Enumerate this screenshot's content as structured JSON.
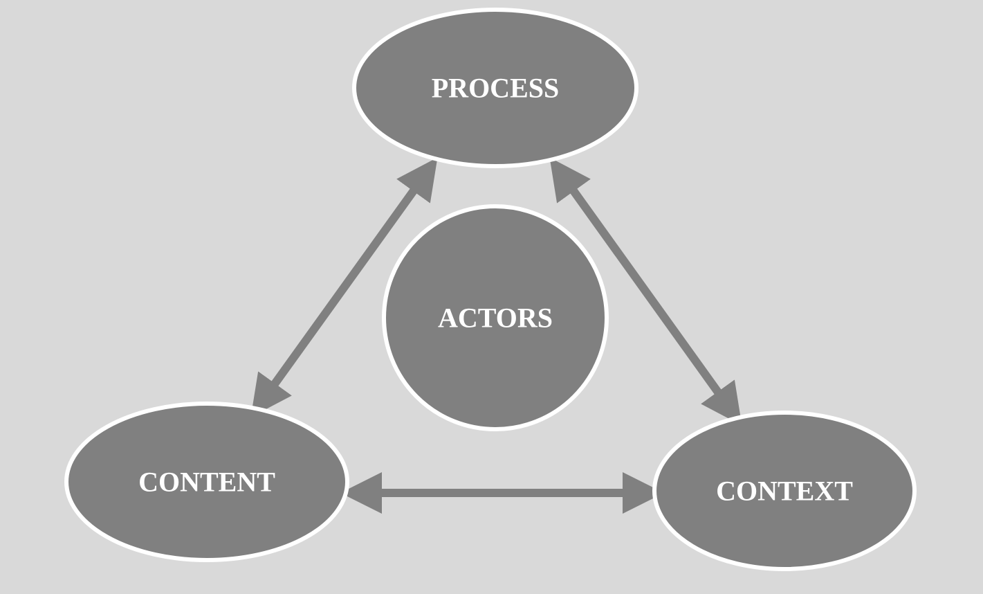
{
  "colors": {
    "background": "#d9d9d9",
    "node_fill": "#808080",
    "node_stroke": "#ffffff",
    "connector": "#808080",
    "label": "#ffffff"
  },
  "nodes": {
    "process": {
      "label": "PROCESS"
    },
    "actors": {
      "label": "ACTORS"
    },
    "content": {
      "label": "CONTENT"
    },
    "context": {
      "label": "CONTEXT"
    }
  },
  "connectors": [
    {
      "from": "process",
      "to": "content",
      "arrows": "both"
    },
    {
      "from": "process",
      "to": "context",
      "arrows": "both"
    },
    {
      "from": "content",
      "to": "context",
      "arrows": "both"
    }
  ]
}
